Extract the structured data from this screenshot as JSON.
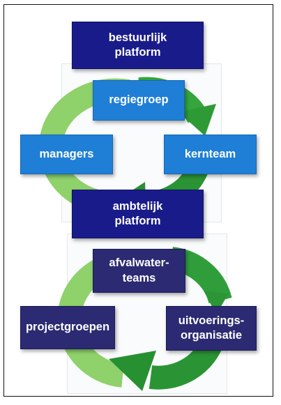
{
  "diagram": {
    "colors": {
      "dark_box": "#1a1b8a",
      "light_box": "#1f7fd6",
      "navy_box": "#2b2a72",
      "arrow_light_green": "#8fd16a",
      "arrow_dark_green": "#2f9e3a"
    },
    "top_section": {
      "header": "bestuurlijk\nplatform",
      "top": "regiegroep",
      "left": "managers",
      "right": "kernteam"
    },
    "bottom_section": {
      "header": "ambtelijk\nplatform",
      "top": "afvalwater-\nteams",
      "left": "projectgroepen",
      "right": "uitvoerings-\norganisatie"
    }
  }
}
